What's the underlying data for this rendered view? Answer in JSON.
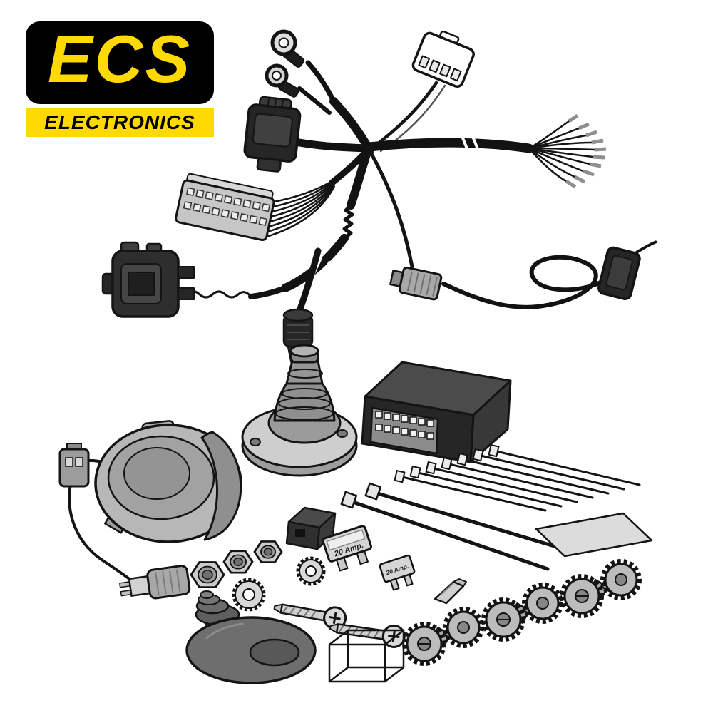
{
  "page": {
    "background": "#ffffff"
  },
  "brand": {
    "name": "ECS",
    "tagline": "ELECTRONICS",
    "accent_color": "#FFD900",
    "logo_bg": "#000000"
  },
  "labels": {
    "fuse_large": "20 Amp.",
    "fuse_small": "20 Amp."
  },
  "illustration": {
    "type": "towbar-wiring-kit-parts",
    "parts": [
      "wiring-harness-with-ring-terminals",
      "white-4-pin-connector",
      "black-relay-connector",
      "grey-multi-pin-connector",
      "black-vehicle-connector",
      "bullet-connector",
      "corrugated-sleeve",
      "stripped-wire-ends-with-terminals",
      "extension-lead-with-plug",
      "control-module",
      "rubber-boot-with-mounting-plate",
      "13-pin-towing-socket",
      "mini-connector-plug",
      "fuse-holder-with-fuse",
      "cable-tie-bundle",
      "long-cable-ties",
      "adhesive-pad",
      "small-black-connector",
      "blade-fuse-20amp",
      "mini-blade-fuse-20amp",
      "hex-nuts",
      "serrated-washers",
      "pan-head-screws",
      "metal-clip-terminal",
      "rubber-grommet",
      "wireframe-box",
      "scotchlock-splice-connectors"
    ]
  }
}
